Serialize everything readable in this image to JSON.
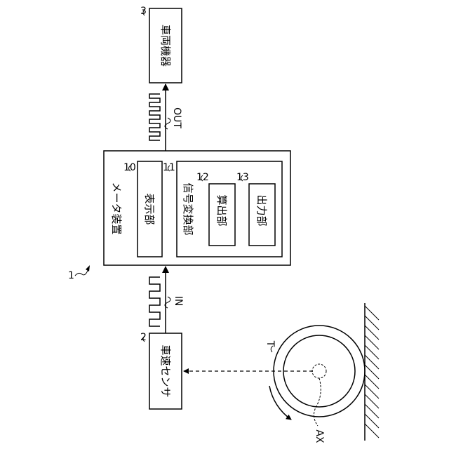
{
  "labels": {
    "vehicle_device": "車両機器",
    "meter_device": "メータ装置",
    "display_unit": "表示部",
    "signal_converter": "信号変換部",
    "calc_unit": "算出部",
    "output_unit": "出力部",
    "speed_sensor": "車速センサ",
    "out_signal": "OUT",
    "in_signal": "IN",
    "tire": "T",
    "axis": "AX"
  },
  "refs": {
    "system": "1",
    "sensor": "2",
    "vehicle_device": "3",
    "display_unit": "10",
    "signal_converter": "11",
    "calc_unit": "12",
    "output_unit": "13"
  }
}
